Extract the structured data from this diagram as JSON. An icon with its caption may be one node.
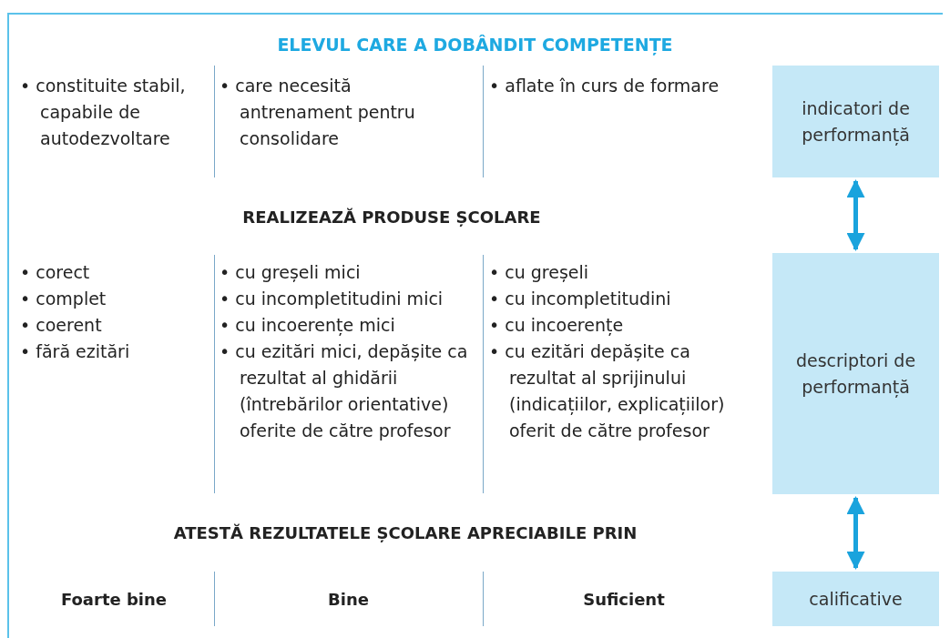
{
  "diagram": {
    "title": "ELEVUL CARE A DOBÂNDIT COMPETENȚE",
    "nodes": [
      {
        "text": [
          "indicatori de performanță"
        ]
      },
      {
        "text": [
          "descriptori de performanță"
        ]
      },
      {
        "text": [
          "calificative"
        ]
      }
    ],
    "edges": [
      {
        "from": 0,
        "to": 1,
        "arrow": "both"
      },
      {
        "from": 1,
        "to": 2,
        "arrow": "both"
      }
    ],
    "labels": [
      "• constituite stabil, capabile de autodezvoltare",
      "• care necesită antrenament pentru consolidare",
      "• aflate în curs de formare",
      "REALIZEAZĂ PRODUSE ȘCOLARE",
      "• corect",
      "• complet",
      "• coerent",
      "• fără ezitări",
      "• cu greșeli mici",
      "• cu incompletitudini mici",
      "• cu incoerențe mici",
      "• cu ezitări mici, depășite ca rezultat al ghidării (întrebărilor orientative) oferite de către profesor",
      "• cu greșeli",
      "• cu incompletitudini",
      "• cu incoerențe",
      "• cu ezitări depășite ca rezultat al sprijinului (indicațiilor, explicațiilor) oferit de către profesor",
      "ATESTĂ REZULTATELE ȘCOLARE APRECIABILE PRIN",
      "Foarte bine",
      "Bine",
      "Suficient"
    ]
  }
}
